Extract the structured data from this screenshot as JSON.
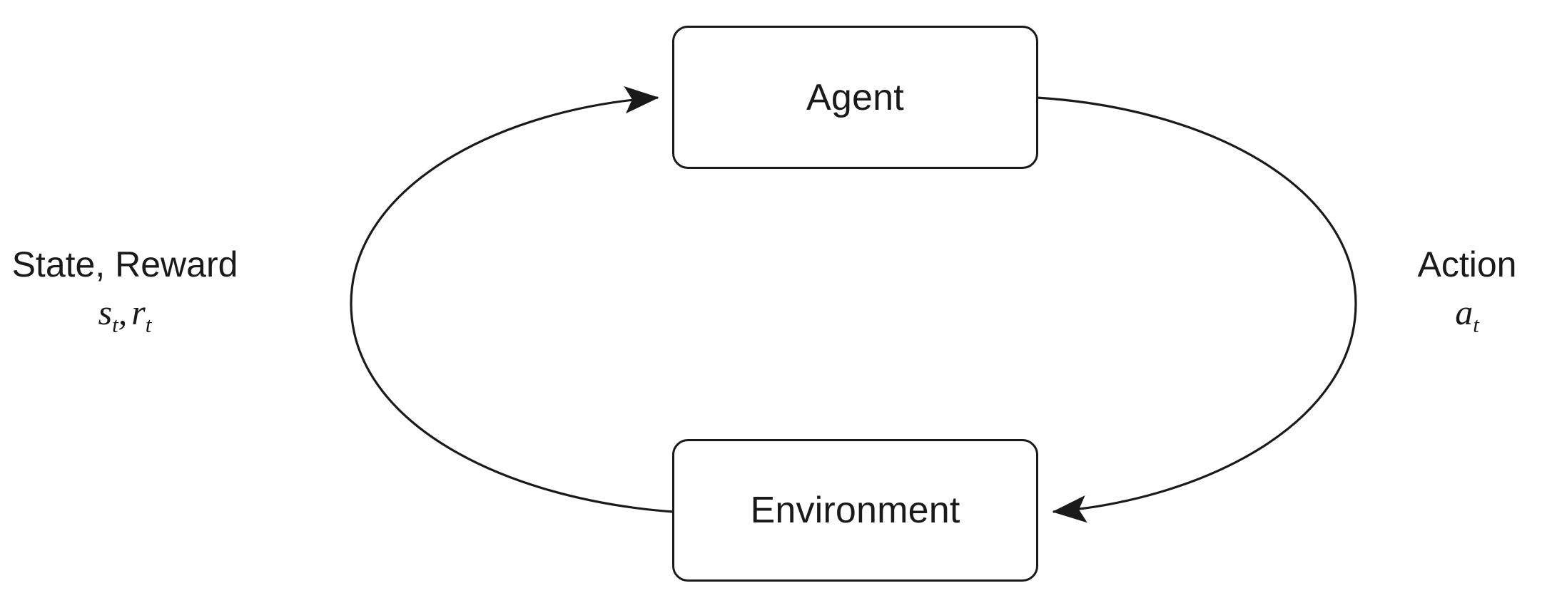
{
  "diagram": {
    "type": "reinforcement-learning-loop",
    "background_color": "#ffffff",
    "stroke_color": "#1a1a1a",
    "nodes": [
      {
        "id": "agent",
        "label": "Agent"
      },
      {
        "id": "environment",
        "label": "Environment"
      }
    ],
    "edges": [
      {
        "id": "environment-to-agent",
        "from": "environment",
        "to": "agent",
        "label_text": "State, Reward",
        "label_math_symbols": "s_t, r_t",
        "label_side": "left",
        "arrowhead": "agent-left-edge"
      },
      {
        "id": "agent-to-environment",
        "from": "agent",
        "to": "environment",
        "label_text": "Action",
        "label_math_symbols": "a_t",
        "label_side": "right",
        "arrowhead": "environment-right-edge"
      }
    ]
  },
  "agent": {
    "label": "Agent"
  },
  "environment": {
    "label": "Environment"
  },
  "state_reward": {
    "text": "State, Reward",
    "symbol_state": "s",
    "symbol_state_sub": "t",
    "separator": ",",
    "symbol_reward": "r",
    "symbol_reward_sub": "t"
  },
  "action": {
    "text": "Action",
    "symbol_action": "a",
    "symbol_action_sub": "t"
  }
}
